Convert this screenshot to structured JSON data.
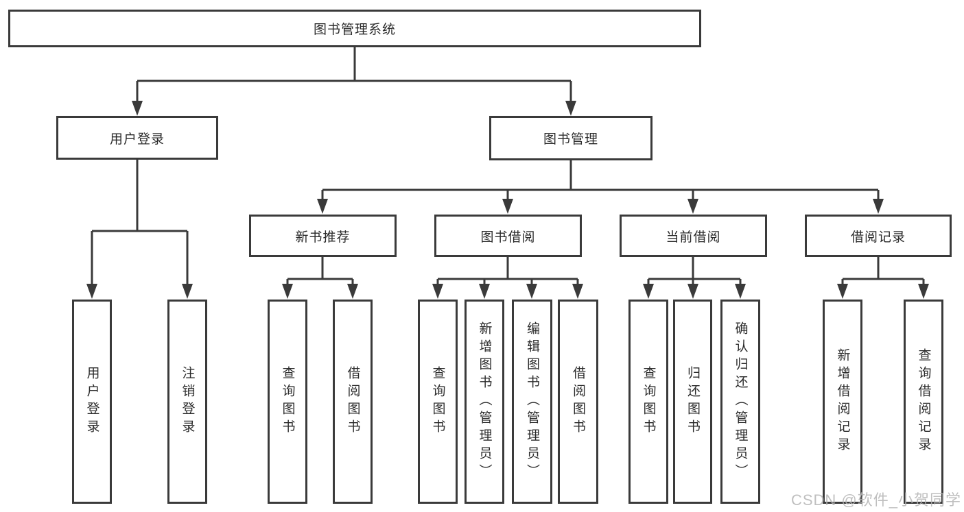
{
  "tree": {
    "label": "图书管理系统",
    "children": [
      {
        "label": "用户登录",
        "children": [
          {
            "label": "用户登录"
          },
          {
            "label": "注销登录"
          }
        ]
      },
      {
        "label": "图书管理",
        "children": [
          {
            "label": "新书推荐",
            "children": [
              {
                "label": "查询图书"
              },
              {
                "label": "借阅图书"
              }
            ]
          },
          {
            "label": "图书借阅",
            "children": [
              {
                "label": "查询图书"
              },
              {
                "label": "新增图书（管理员）"
              },
              {
                "label": "编辑图书（管理员）"
              },
              {
                "label": "借阅图书"
              }
            ]
          },
          {
            "label": "当前借阅",
            "children": [
              {
                "label": "查询图书"
              },
              {
                "label": "归还图书"
              },
              {
                "label": "确认归还（管理员）"
              }
            ]
          },
          {
            "label": "借阅记录",
            "children": [
              {
                "label": "新增借阅记录"
              },
              {
                "label": "查询借阅记录"
              }
            ]
          }
        ]
      }
    ]
  },
  "watermark": "CSDN @软件_小贺同学",
  "colors": {
    "line": "#3a3a3a",
    "border": "#3a3a3a",
    "text": "#2b2b2b",
    "background": "#ffffff",
    "watermark": "#b5b5b5"
  }
}
